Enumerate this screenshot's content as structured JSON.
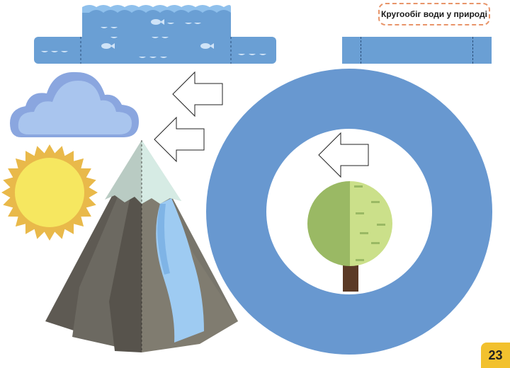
{
  "title": "Кругообіг води у природі",
  "page_number": "23",
  "colors": {
    "water": "#6a9fd4",
    "water_top": "#8fc0ec",
    "cloud_back": "#8aa6df",
    "cloud_front": "#a9c5ee",
    "sun": "#f6e760",
    "sun_rays": "#e9b94a",
    "mountain": "#6e6a62",
    "snow": "#cfe4dd",
    "river": "#9ecbf2",
    "ring": "#6898d0",
    "tree_light": "#cbe08a",
    "tree_dark": "#9ab964",
    "trunk": "#5b3a26",
    "page_badge": "#f2c12e",
    "title_border": "#e8956a"
  },
  "icons": [
    "water-strip",
    "fish-icon",
    "cloud-icon",
    "sun-icon",
    "mountain-icon",
    "river",
    "ring",
    "tree-icon",
    "arrow-left-icon"
  ]
}
